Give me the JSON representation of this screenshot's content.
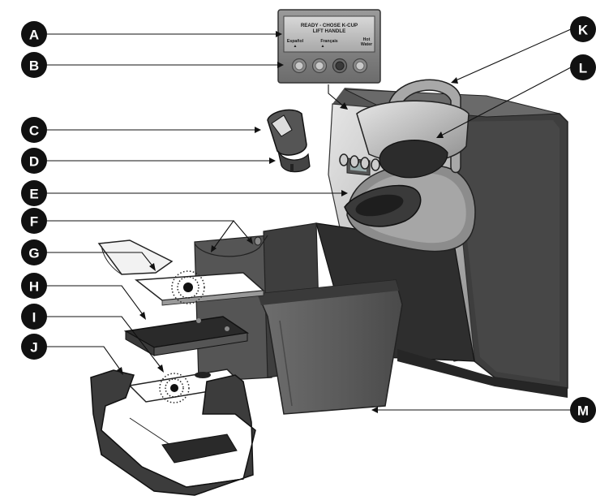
{
  "labels": {
    "a": "A",
    "b": "B",
    "c": "C",
    "d": "D",
    "e": "E",
    "f": "F",
    "g": "G",
    "h": "H",
    "i": "I",
    "j": "J",
    "k": "K",
    "l": "L",
    "m": "M"
  },
  "display": {
    "line1": "READY  -  CHOSE K-CUP",
    "line2": "LIFT HANDLE",
    "btn1": "Español",
    "btn2": "Français",
    "btn3a": "Hot",
    "btn3b": "Water"
  },
  "colors": {
    "label_bg": "#111111",
    "body_dark": "#3a3a3a",
    "body_mid": "#5c5c5c",
    "silver": "#bdbdbd"
  }
}
